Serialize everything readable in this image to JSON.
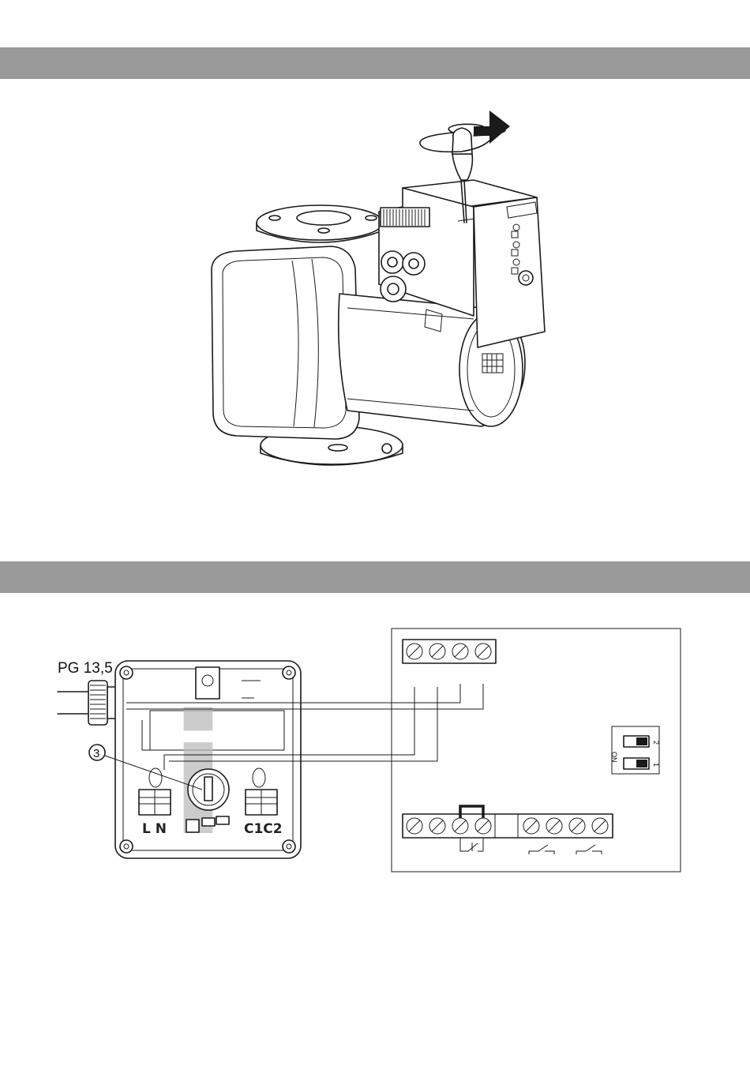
{
  "colors": {
    "band": "#9a9a9a",
    "line": "#1a1a1a",
    "watermark": "#bbbbbb"
  },
  "fig1": {
    "arrow": "rotation-arrow-icon",
    "tool": "screwdriver-icon"
  },
  "fig2": {
    "cable_gland_label": "PG 13,5",
    "callout_number": "3",
    "watermark_glyph": "i",
    "terminal_labels_left": "L N",
    "terminal_labels_right": "C1C2",
    "dip_switch": {
      "on_label": "ON",
      "switch_1": "1",
      "switch_2": "2"
    }
  }
}
